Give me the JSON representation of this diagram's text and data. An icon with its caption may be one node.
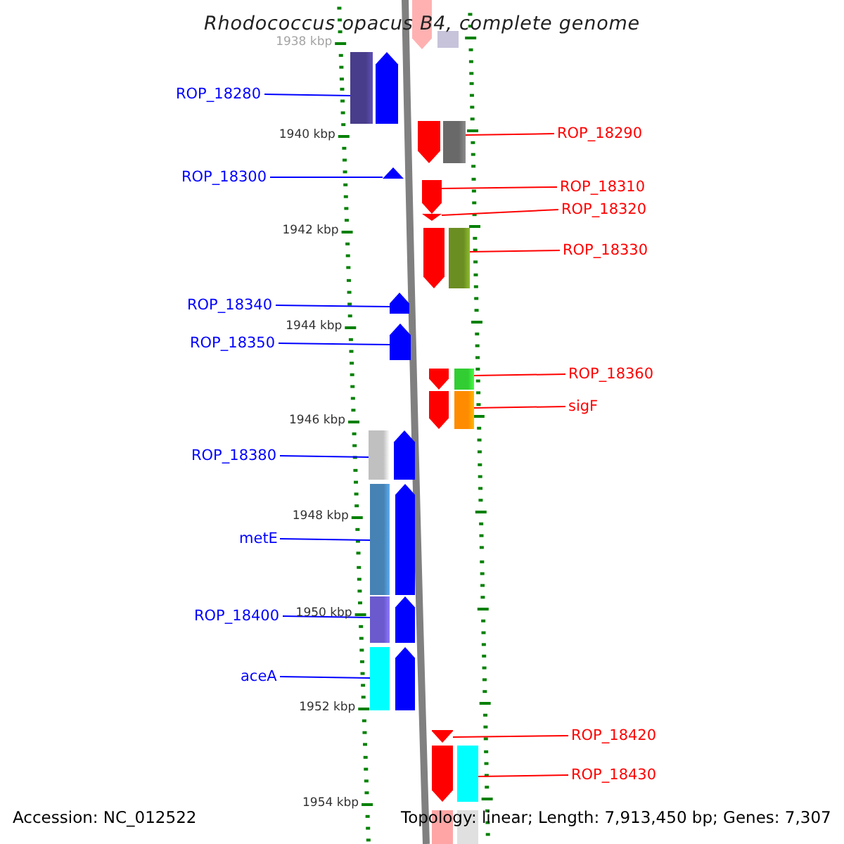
{
  "diagram": {
    "title": "Rhodococcus opacus B4, complete genome",
    "nodes": [
      {
        "text": [
          "ROP_18280"
        ]
      },
      {
        "text": [],
        "shape": "arrow"
      },
      {
        "text": [
          "ROP_18290"
        ]
      },
      {
        "text": [],
        "shape": "arrow"
      },
      {
        "text": [
          "ROP_18300"
        ]
      },
      {
        "text": [],
        "shape": "arrow"
      },
      {
        "text": [
          "ROP_18310"
        ]
      },
      {
        "text": [],
        "shape": "arrow"
      },
      {
        "text": [
          "ROP_18320"
        ]
      },
      {
        "text": [],
        "shape": "arrow"
      },
      {
        "text": [
          "ROP_18330"
        ]
      },
      {
        "text": [],
        "shape": "arrow"
      },
      {
        "text": [
          "ROP_18340"
        ]
      },
      {
        "text": [],
        "shape": "arrow"
      },
      {
        "text": [
          "ROP_18350"
        ]
      },
      {
        "text": [],
        "shape": "arrow"
      },
      {
        "text": [
          "ROP_18360"
        ]
      },
      {
        "text": [],
        "shape": "arrow"
      },
      {
        "text": [
          "sigF"
        ]
      },
      {
        "text": [],
        "shape": "arrow"
      },
      {
        "text": [
          "ROP_18380"
        ]
      },
      {
        "text": [],
        "shape": "arrow"
      },
      {
        "text": [
          "metE"
        ]
      },
      {
        "text": [],
        "shape": "arrow"
      },
      {
        "text": [
          "ROP_18400"
        ]
      },
      {
        "text": [],
        "shape": "arrow"
      },
      {
        "text": [
          "aceA"
        ]
      },
      {
        "text": [],
        "shape": "arrow"
      },
      {
        "text": [
          "ROP_18420"
        ]
      },
      {
        "text": [],
        "shape": "arrow"
      },
      {
        "text": [
          "ROP_18430"
        ]
      },
      {
        "text": [],
        "shape": "arrow"
      }
    ],
    "edges": [
      {
        "from": 0,
        "to": 1,
        "arrow": "none",
        "color": "#0000ff"
      },
      {
        "from": 2,
        "to": 3,
        "arrow": "none",
        "color": "#ff0000"
      },
      {
        "from": 4,
        "to": 5,
        "arrow": "none",
        "color": "#0000ff"
      },
      {
        "from": 6,
        "to": 7,
        "arrow": "none",
        "color": "#ff0000"
      },
      {
        "from": 8,
        "to": 9,
        "arrow": "none",
        "color": "#ff0000"
      },
      {
        "from": 10,
        "to": 11,
        "arrow": "none",
        "color": "#ff0000"
      },
      {
        "from": 12,
        "to": 13,
        "arrow": "none",
        "color": "#0000ff"
      },
      {
        "from": 14,
        "to": 15,
        "arrow": "none",
        "color": "#0000ff"
      },
      {
        "from": 16,
        "to": 17,
        "arrow": "none",
        "color": "#ff0000"
      },
      {
        "from": 18,
        "to": 19,
        "arrow": "none",
        "color": "#ff0000"
      },
      {
        "from": 20,
        "to": 21,
        "arrow": "none",
        "color": "#0000ff"
      },
      {
        "from": 22,
        "to": 23,
        "arrow": "none",
        "color": "#0000ff"
      },
      {
        "from": 24,
        "to": 25,
        "arrow": "none",
        "color": "#0000ff"
      },
      {
        "from": 26,
        "to": 27,
        "arrow": "none",
        "color": "#0000ff"
      },
      {
        "from": 28,
        "to": 29,
        "arrow": "none",
        "color": "#ff0000"
      },
      {
        "from": 30,
        "to": 31,
        "arrow": "none",
        "color": "#ff0000"
      }
    ],
    "labels": [
      "1938 kbp",
      "1940 kbp",
      "1942 kbp",
      "1944 kbp",
      "1946 kbp",
      "1948 kbp",
      "1950 kbp",
      "1952 kbp",
      "1954 kbp",
      "Accession: NC_012522",
      "Topology: linear; Length: 7,913,450 bp; Genes: 7,307"
    ]
  }
}
